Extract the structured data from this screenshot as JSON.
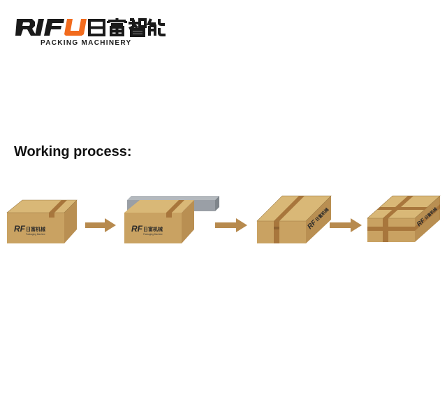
{
  "logo": {
    "brand_latin": "RIFU",
    "brand_cjk": "日富智能",
    "subtitle": "PACKING MACHINERY",
    "colors": {
      "orange": "#f26b1d",
      "black": "#1a1a1a"
    }
  },
  "section": {
    "title": "Working process:"
  },
  "box_print": {
    "mark": "RF",
    "cjk": "日富机械",
    "sub": "Packaging Machine"
  },
  "colors": {
    "cardboard_top": "#d9b877",
    "cardboard_front": "#c9a262",
    "cardboard_side": "#b98f52",
    "tape": "#a8763c",
    "arrow": "#b78a4e",
    "steel": "#9a9fa5"
  },
  "steps": [
    {
      "id": 1,
      "icon": "cardboard-box-icon"
    },
    {
      "id": 2,
      "icon": "box-with-folding-guide-icon"
    },
    {
      "id": 3,
      "icon": "box-strapped-once-icon"
    },
    {
      "id": 4,
      "icon": "box-strapped-cross-icon"
    }
  ]
}
